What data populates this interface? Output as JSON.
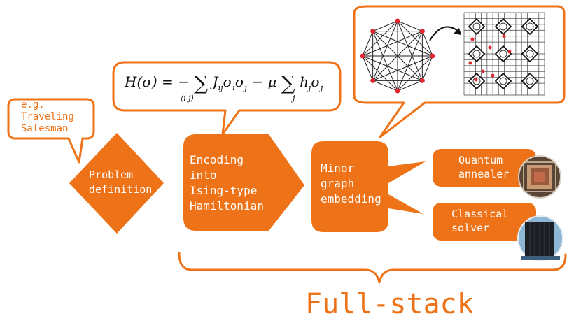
{
  "colors": {
    "accent": "#ee7318",
    "text_on_accent": "#ffffff",
    "formula_text": "#111111"
  },
  "example_bubble": {
    "text": "e.g.\nTraveling\nSalesman"
  },
  "steps": {
    "problem_definition": "Problem\ndefinition",
    "encoding": "Encoding\ninto\nIsing-type\nHamiltonian",
    "embedding": "Minor\ngraph\nembedding"
  },
  "outputs": {
    "quantum": "Quantum\nannealer",
    "classical": "Classical\nsolver"
  },
  "formula": {
    "lhs": "H(σ) = −",
    "term1": "J",
    "term1_sub": "ij",
    "term1_rest": "σ",
    "term1_rest_sub": "i",
    "term1_tail": "σ",
    "term1_tail_sub": "j",
    "minus_mu": "− μ",
    "term2": "h",
    "term2_sub": "j",
    "term2_rest": "σ",
    "term2_rest_sub": "j",
    "sum1_under": "⟨i j⟩",
    "sum2_under": "j",
    "sum_symbol": "∑"
  },
  "footer": {
    "label": "Full-stack"
  },
  "icons": {
    "complete_graph": "complete-graph-icon",
    "chimera_graph": "chimera-graph-icon",
    "curved_arrow": "curved-arrow-icon",
    "chip": "quantum-chip-icon",
    "server": "server-rack-icon"
  }
}
